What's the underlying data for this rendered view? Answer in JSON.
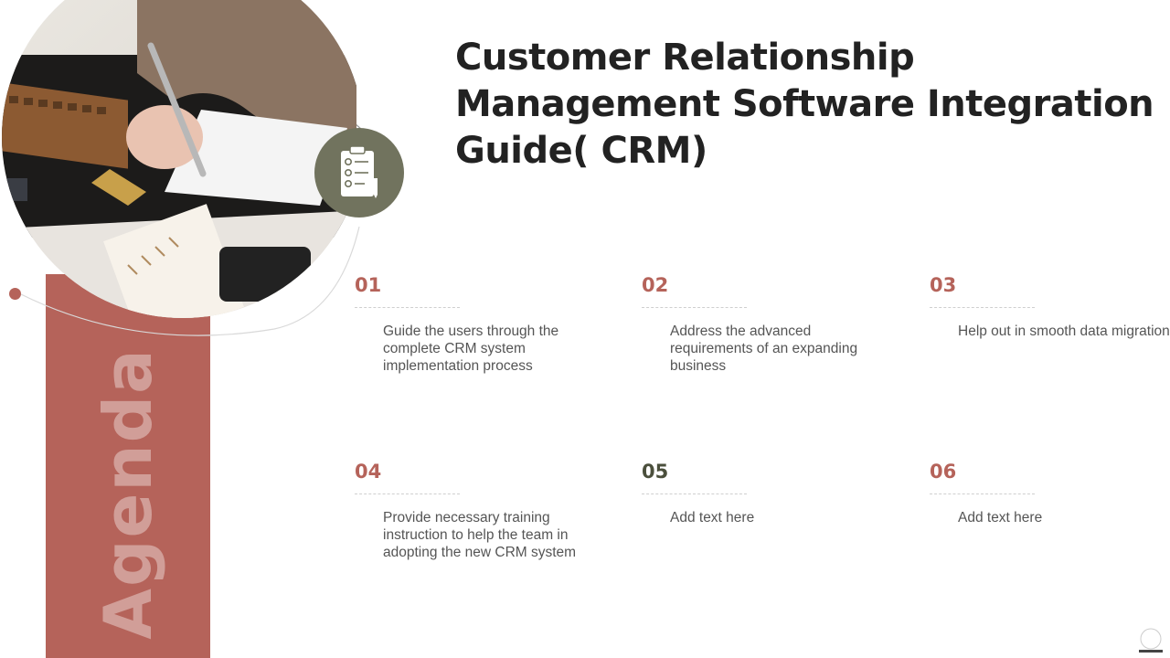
{
  "slide": {
    "title": "Customer Relationship Management Software Integration Guide( CRM)",
    "side_label": "Agenda",
    "colors": {
      "accent": "#b5635a",
      "badge": "#71735e",
      "number_alt": "#4b4f3c",
      "title": "#222222",
      "body": "#555555"
    },
    "badge_icon": "clipboard-checklist-icon",
    "items": [
      {
        "number": "01",
        "text": "Guide the users through the complete CRM system implementation process",
        "color": "#b5635a"
      },
      {
        "number": "02",
        "text": "Address the advanced requirements of an expanding business",
        "color": "#b5635a"
      },
      {
        "number": "03",
        "text": "Help out in smooth data migration",
        "color": "#b5635a"
      },
      {
        "number": "04",
        "text": "Provide necessary training instruction to help the team in adopting the new CRM system",
        "color": "#b5635a"
      },
      {
        "number": "05",
        "text": "Add text here",
        "color": "#4b4f3c"
      },
      {
        "number": "06",
        "text": "Add text here",
        "color": "#b5635a"
      }
    ]
  }
}
